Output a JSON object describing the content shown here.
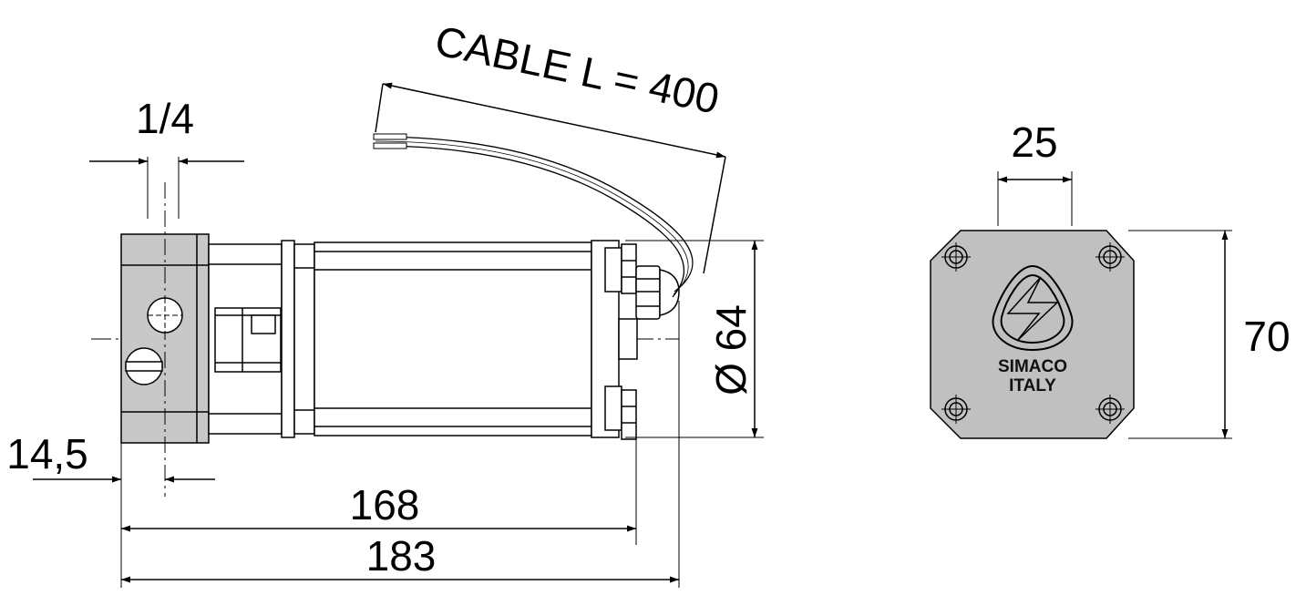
{
  "side_view": {
    "cable_label": "CABLE L = 400",
    "dim_thread": "1/4",
    "dim_diameter": "Ø 64",
    "dim_offset": "14,5",
    "dim_length_body": "168",
    "dim_length_total": "183"
  },
  "front_view": {
    "dim_width": "25",
    "dim_height": "70",
    "logo_line1": "SIMACO",
    "logo_line2": "ITALY"
  },
  "colors": {
    "line": "#000000",
    "flange_fill": "#c8c8c8",
    "plate_fill": "#c0c0c0",
    "background": "#ffffff"
  }
}
